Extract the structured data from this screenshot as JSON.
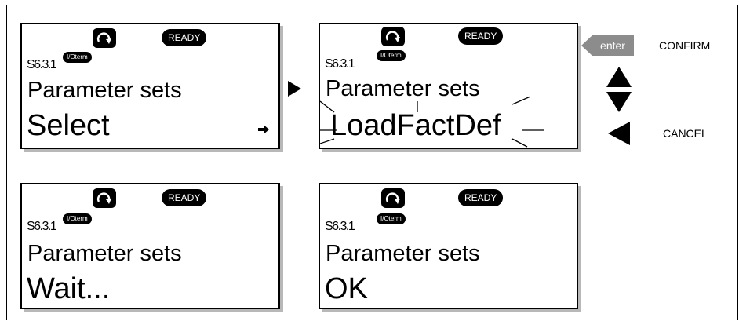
{
  "panels": [
    {
      "status": "READY",
      "code": "S6.3.1",
      "tag": "I/Oterm",
      "line1": "Parameter sets",
      "line2": "Select"
    },
    {
      "status": "READY",
      "code": "S6.3.1",
      "tag": "I/Oterm",
      "line1": "Parameter sets",
      "line2": "LoadFactDef"
    },
    {
      "status": "READY",
      "code": "S6.3.1",
      "tag": "I/Oterm",
      "line1": "Parameter sets",
      "line2": "Wait..."
    },
    {
      "status": "READY",
      "code": "S6.3.1",
      "tag": "I/Oterm",
      "line1": "Parameter sets",
      "line2": "OK"
    }
  ],
  "legend": {
    "enter_key": "enter",
    "confirm": "CONFIRM",
    "cancel": "CANCEL"
  },
  "icons": {
    "rotation": "rotation-icon",
    "browse_right": "browse-right-icon",
    "arrow_right": "arrow-right-icon",
    "up_down": "up-down-icon",
    "left": "left-arrow-icon"
  },
  "colors": {
    "key_gray": "#8c8c8c",
    "shadow": "#b8b8b8"
  }
}
